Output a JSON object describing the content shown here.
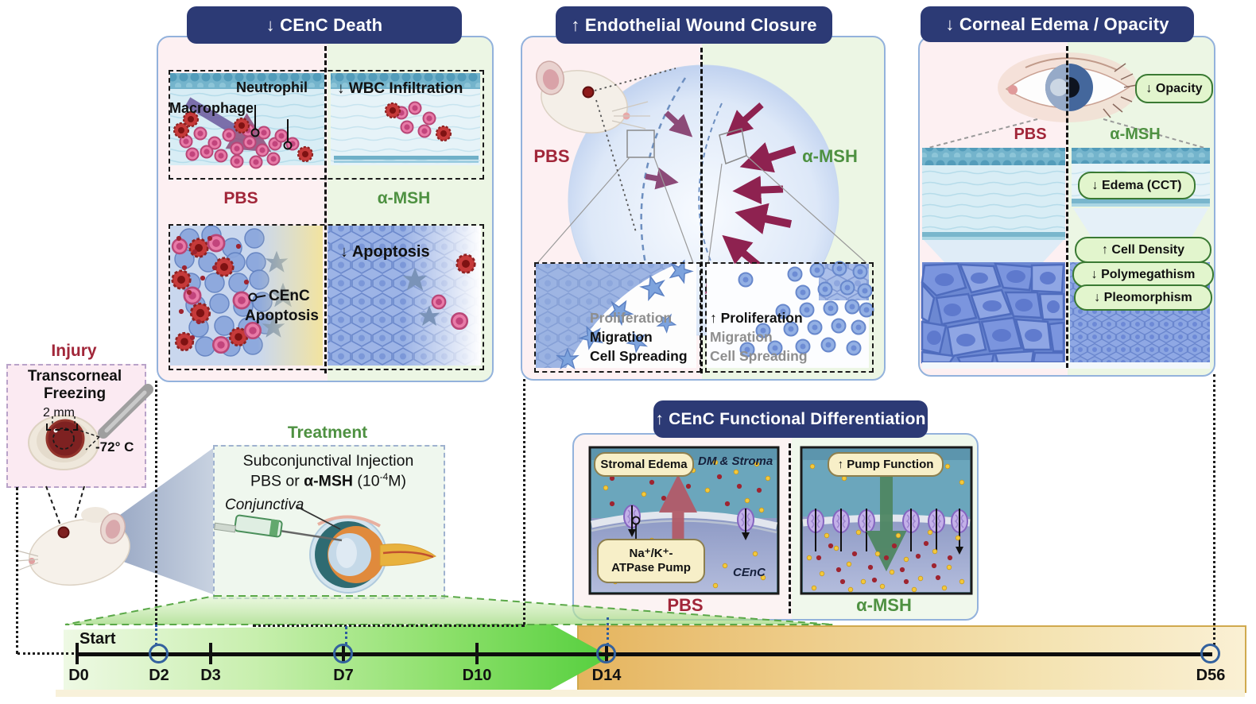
{
  "titles": {
    "cenc_death": "↓ CEnC Death",
    "wound_closure": "↑ Endothelial Wound Closure",
    "edema": "↓ Corneal Edema / Opacity",
    "differentiation": "↑ CEnC Functional Differentiation"
  },
  "groups": {
    "pbs": "PBS",
    "amsh": "α-MSH"
  },
  "cenc_death": {
    "macrophage": "Macrophage",
    "neutrophil": "Neutrophil",
    "wbc_infiltration": "↓ WBC Infiltration",
    "cenc_line1": "CEnC",
    "cenc_line2": "Apoptosis",
    "apoptosis": "↓ Apoptosis"
  },
  "wound_closure": {
    "pbs_col": [
      "Proliferation",
      "Migration",
      "Cell Spreading"
    ],
    "amsh_col": [
      "↑ Proliferation",
      "Migration",
      "Cell Spreading"
    ]
  },
  "edema": {
    "opacity_badge": "↓ Opacity",
    "edema_badge": "↓ Edema (CCT)",
    "cell_density_badge": "↑ Cell Density",
    "polymegathism_badge": "↓ Polymegathism",
    "pleomorphism_badge": "↓ Pleomorphism"
  },
  "differentiation": {
    "stromal_edema": "Stromal Edema",
    "dm_stroma": "DM & Stroma",
    "na_k_line1": "Na⁺/K⁺-",
    "na_k_line2": "ATPase Pump",
    "cenc": "CEnC",
    "pump_function": "↑ Pump Function"
  },
  "injury": {
    "heading": "Injury",
    "method_line1": "Transcorneal",
    "method_line2": "Freezing",
    "diameter": "2 mm",
    "temperature": "-72° C"
  },
  "treatment": {
    "heading": "Treatment",
    "line1": "Subconjunctival Injection",
    "line2_prefix": "PBS or ",
    "line2_drug": "α-MSH",
    "line2_mid": " (10",
    "line2_sup": "-4",
    "line2_suffix": "M)",
    "conjunctiva": "Conjunctiva"
  },
  "timeline": {
    "start": "Start",
    "days": [
      "D0",
      "D2",
      "D3",
      "D7",
      "D10",
      "D14",
      "D56"
    ]
  },
  "colors": {
    "accent_navy": "#2c3a75",
    "panel_border": "#93b2dc",
    "pbs_red": "#a12639",
    "amsh_green": "#4e9141",
    "badge_green_bg": "#e2f5cd",
    "badge_green_border": "#3a7a33",
    "badge_cream_bg": "#f7efc8",
    "timeline_green": "#55cf3e",
    "timeline_tan": "#e5b45e",
    "marker_blue": "#33619e"
  }
}
